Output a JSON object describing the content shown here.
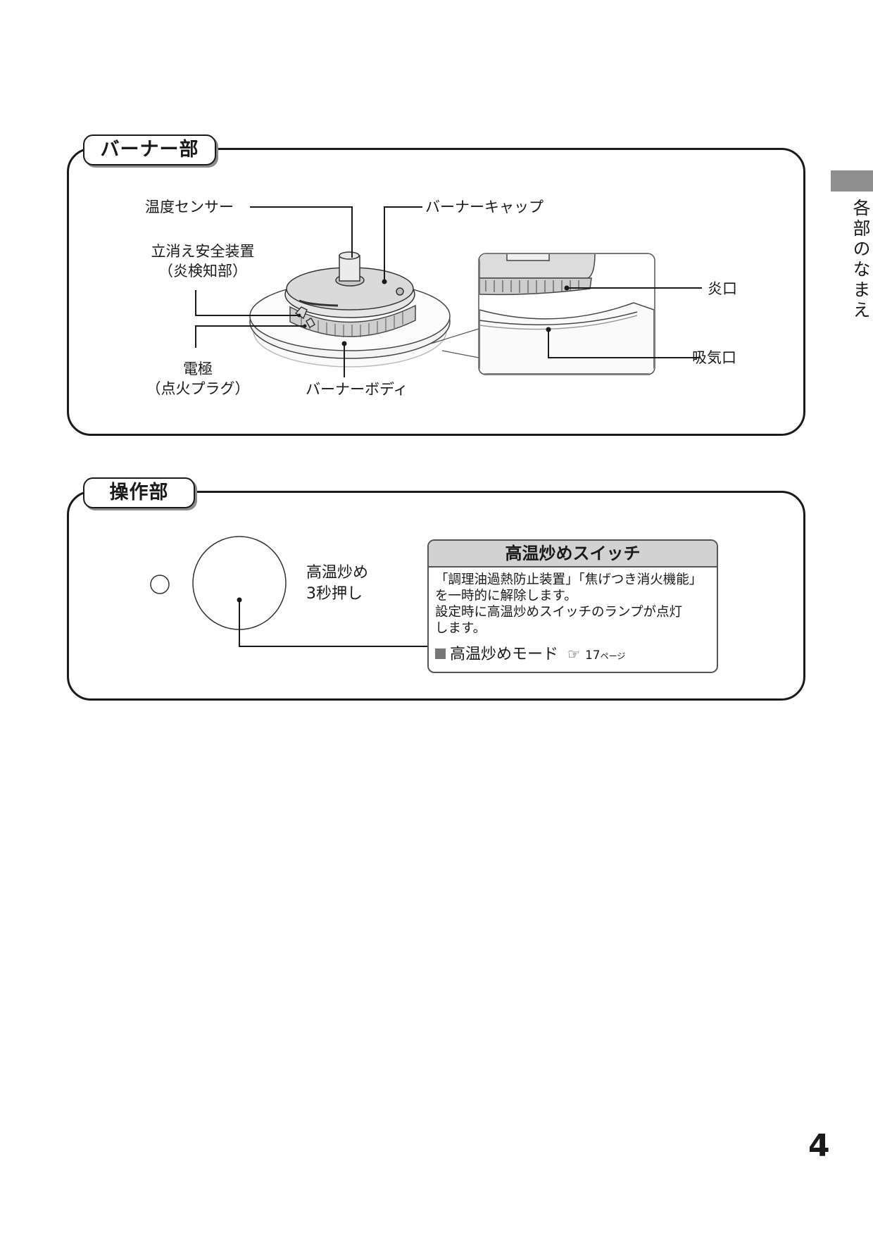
{
  "side_tab": {
    "text": "各部のなまえ"
  },
  "page_number": "4",
  "burner_section": {
    "title": "バーナー部",
    "labels": {
      "temp_sensor": "温度センサー",
      "burner_cap": "バーナーキャップ",
      "safety_device_line1": "立消え安全装置",
      "safety_device_line2": "（炎検知部）",
      "electrode_line1": "電極",
      "electrode_line2": "（点火プラグ）",
      "burner_body": "バーナーボディ",
      "flame_port": "炎口",
      "air_intake": "吸気口"
    }
  },
  "control_section": {
    "title": "操作部",
    "knob_label_line1": "高温炒め",
    "knob_label_line2": "3秒押し",
    "infobox": {
      "title": "高温炒めスイッチ",
      "line1": "「調理油過熱防止装置」「焦げつき消火機能」",
      "line2": "を一時的に解除します。",
      "line3": "設定時に高温炒めスイッチのランプが点灯",
      "line4": "します。",
      "mode_label": "高温炒めモード",
      "ref_icon": "☞",
      "ref_page": "17",
      "ref_unit": "ページ"
    }
  }
}
